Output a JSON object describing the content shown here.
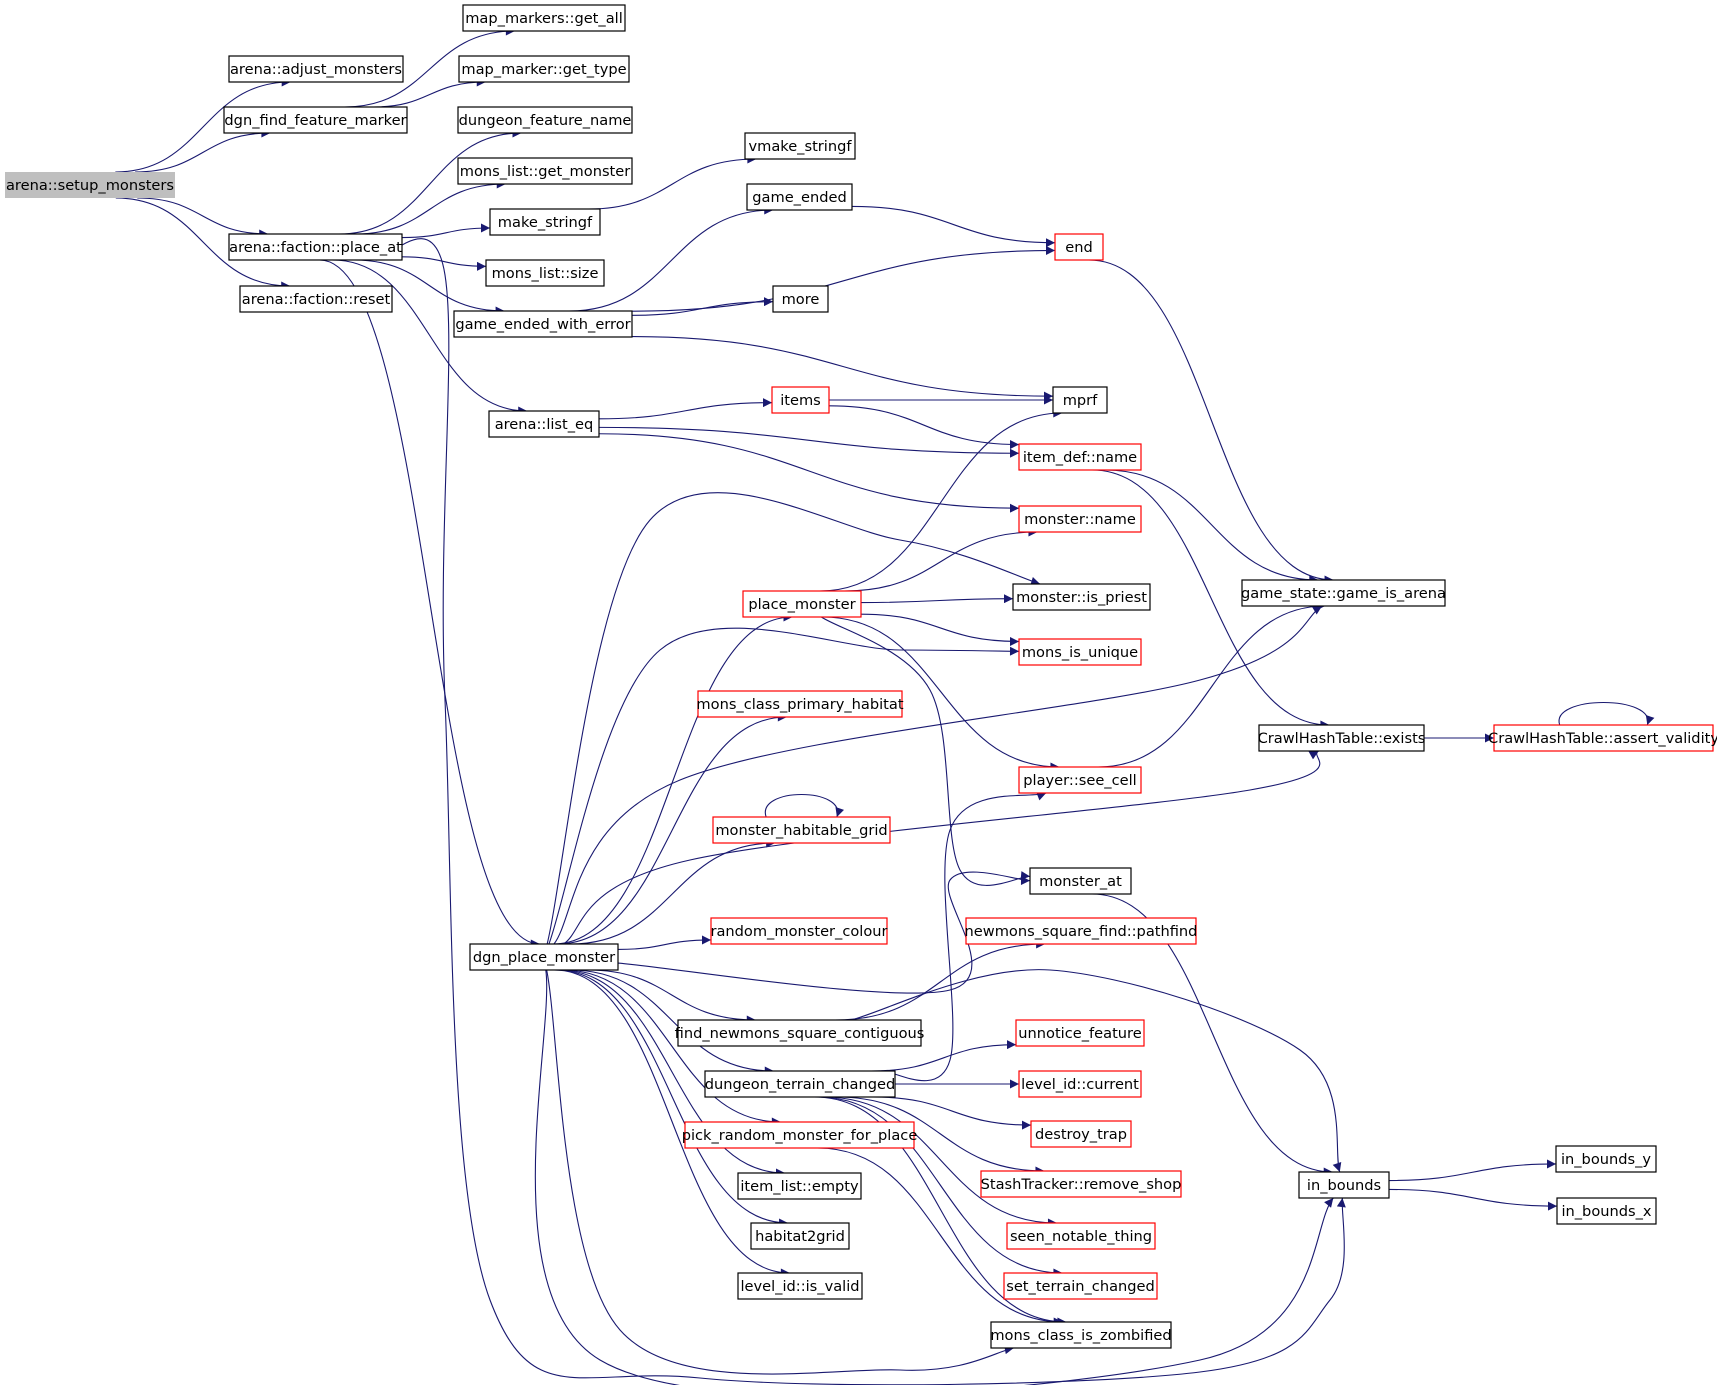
{
  "colors": {
    "edge": "#191970",
    "border_normal": "#000000",
    "border_undocumented": "#ff0000",
    "root_fill": "#bfbfbf"
  },
  "nodes": [
    {
      "id": "setup_monsters",
      "label": "arena::setup_monsters",
      "style": "root"
    },
    {
      "id": "adjust_monsters",
      "label": "arena::adjust_monsters",
      "style": "black"
    },
    {
      "id": "dgn_find_feature_marker",
      "label": "dgn_find_feature_marker",
      "style": "black"
    },
    {
      "id": "place_at",
      "label": "arena::faction::place_at",
      "style": "black"
    },
    {
      "id": "reset",
      "label": "arena::faction::reset",
      "style": "black"
    },
    {
      "id": "get_all",
      "label": "map_markers::get_all",
      "style": "black"
    },
    {
      "id": "get_type",
      "label": "map_marker::get_type",
      "style": "black"
    },
    {
      "id": "dungeon_feature_name",
      "label": "dungeon_feature_name",
      "style": "black"
    },
    {
      "id": "get_monster",
      "label": "mons_list::get_monster",
      "style": "black"
    },
    {
      "id": "make_stringf",
      "label": "make_stringf",
      "style": "black"
    },
    {
      "id": "mons_list_size",
      "label": "mons_list::size",
      "style": "black"
    },
    {
      "id": "game_ended_with_error",
      "label": "game_ended_with_error",
      "style": "black"
    },
    {
      "id": "list_eq",
      "label": "arena::list_eq",
      "style": "black"
    },
    {
      "id": "vmake_stringf",
      "label": "vmake_stringf",
      "style": "black"
    },
    {
      "id": "game_ended",
      "label": "game_ended",
      "style": "black"
    },
    {
      "id": "end",
      "label": "end",
      "style": "red"
    },
    {
      "id": "more",
      "label": "more",
      "style": "black"
    },
    {
      "id": "mprf",
      "label": "mprf",
      "style": "black"
    },
    {
      "id": "items",
      "label": "items",
      "style": "red"
    },
    {
      "id": "item_def_name",
      "label": "item_def::name",
      "style": "red"
    },
    {
      "id": "monster_name",
      "label": "monster::name",
      "style": "red"
    },
    {
      "id": "place_monster",
      "label": "place_monster",
      "style": "red"
    },
    {
      "id": "is_priest",
      "label": "monster::is_priest",
      "style": "black"
    },
    {
      "id": "mons_is_unique",
      "label": "mons_is_unique",
      "style": "red"
    },
    {
      "id": "game_is_arena",
      "label": "game_state::game_is_arena",
      "style": "black"
    },
    {
      "id": "mons_class_primary_habitat",
      "label": "mons_class_primary_habitat",
      "style": "red"
    },
    {
      "id": "exists",
      "label": "CrawlHashTable::exists",
      "style": "black"
    },
    {
      "id": "assert_validity",
      "label": "CrawlHashTable::assert_validity",
      "style": "red"
    },
    {
      "id": "see_cell",
      "label": "player::see_cell",
      "style": "red"
    },
    {
      "id": "monster_habitable_grid",
      "label": "monster_habitable_grid",
      "style": "red"
    },
    {
      "id": "monster_at",
      "label": "monster_at",
      "style": "black"
    },
    {
      "id": "random_monster_colour",
      "label": "random_monster_colour",
      "style": "red"
    },
    {
      "id": "pathfind",
      "label": "newmons_square_find::pathfind",
      "style": "red"
    },
    {
      "id": "dgn_place_monster",
      "label": "dgn_place_monster",
      "style": "black"
    },
    {
      "id": "find_newmons_square_contiguous",
      "label": "find_newmons_square_contiguous",
      "style": "black"
    },
    {
      "id": "unnotice_feature",
      "label": "unnotice_feature",
      "style": "red"
    },
    {
      "id": "dungeon_terrain_changed",
      "label": "dungeon_terrain_changed",
      "style": "black"
    },
    {
      "id": "level_id_current",
      "label": "level_id::current",
      "style": "red"
    },
    {
      "id": "destroy_trap",
      "label": "destroy_trap",
      "style": "red"
    },
    {
      "id": "pick_random_monster_for_place",
      "label": "pick_random_monster_for_place",
      "style": "red"
    },
    {
      "id": "remove_shop",
      "label": "StashTracker::remove_shop",
      "style": "red"
    },
    {
      "id": "in_bounds",
      "label": "in_bounds",
      "style": "black"
    },
    {
      "id": "in_bounds_y",
      "label": "in_bounds_y",
      "style": "black"
    },
    {
      "id": "in_bounds_x",
      "label": "in_bounds_x",
      "style": "black"
    },
    {
      "id": "item_list_empty",
      "label": "item_list::empty",
      "style": "black"
    },
    {
      "id": "seen_notable_thing",
      "label": "seen_notable_thing",
      "style": "red"
    },
    {
      "id": "habitat2grid",
      "label": "habitat2grid",
      "style": "black"
    },
    {
      "id": "set_terrain_changed",
      "label": "set_terrain_changed",
      "style": "red"
    },
    {
      "id": "level_id_is_valid",
      "label": "level_id::is_valid",
      "style": "black"
    },
    {
      "id": "mons_class_is_zombified",
      "label": "mons_class_is_zombified",
      "style": "black"
    }
  ]
}
